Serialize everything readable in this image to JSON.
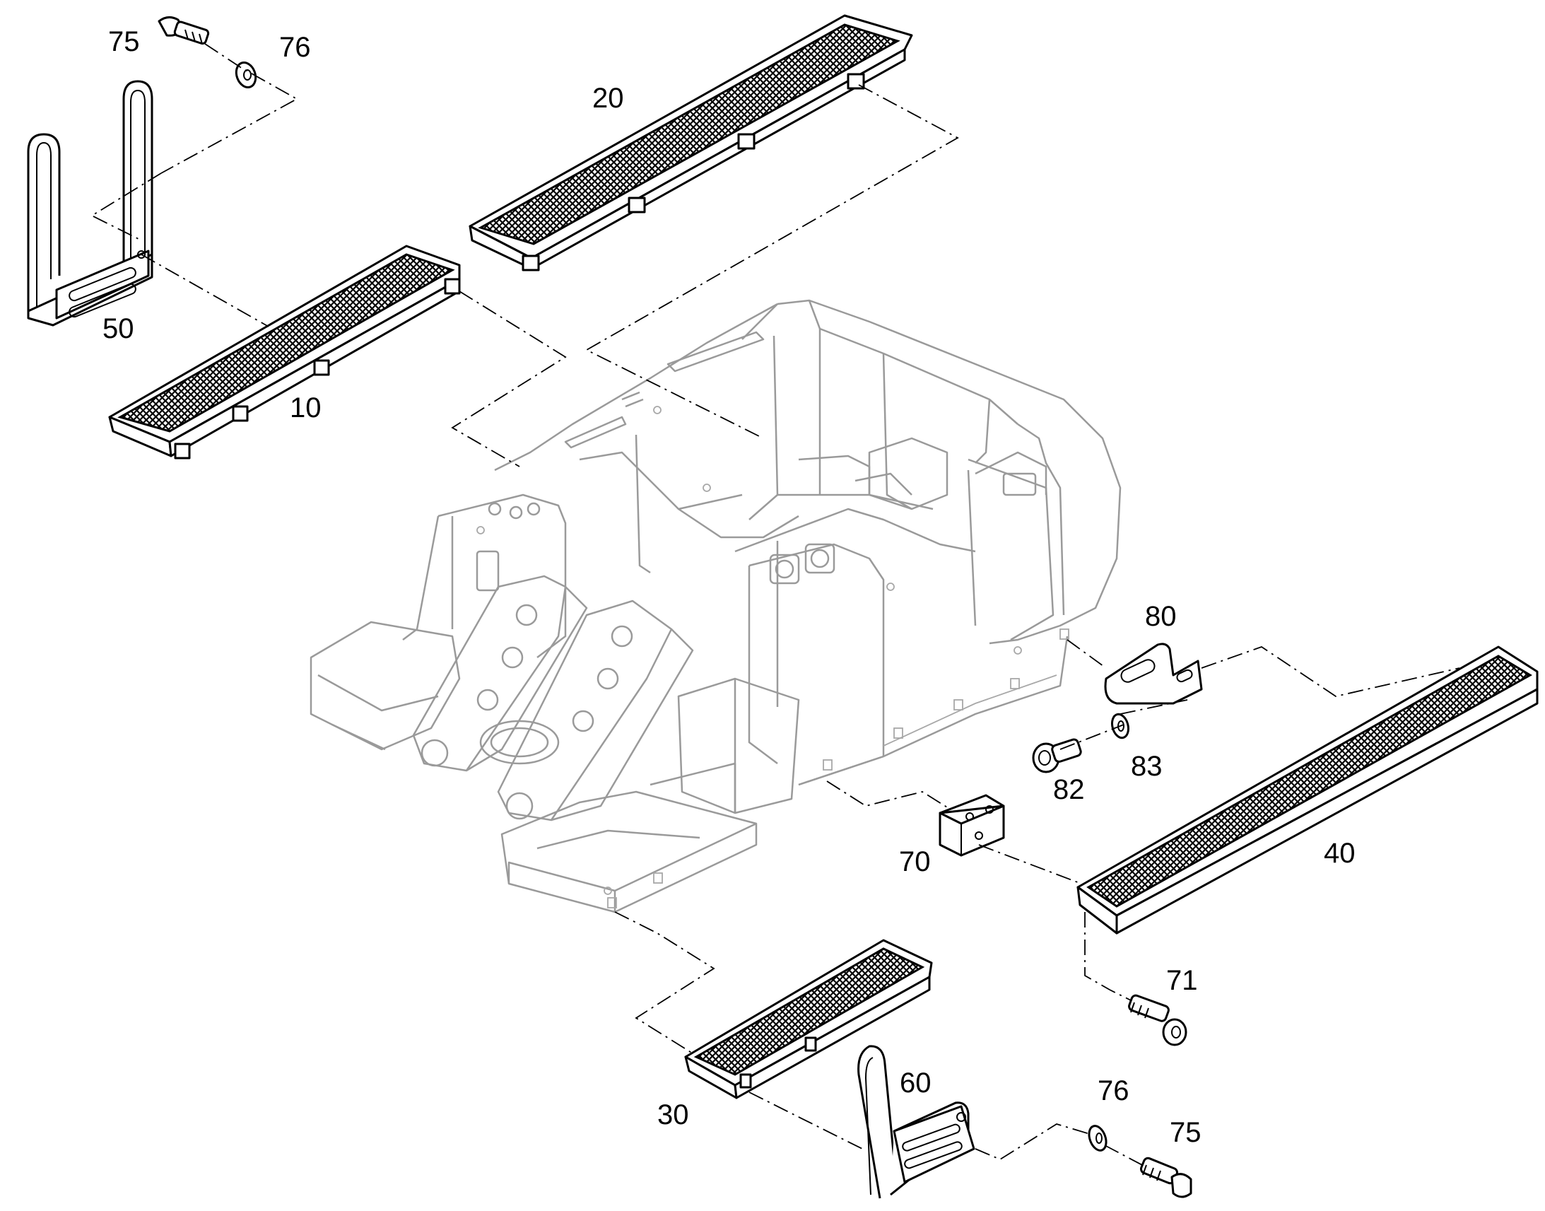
{
  "callouts": {
    "c75_top": "75",
    "c76_top": "76",
    "c20": "20",
    "c50": "50",
    "c10": "10",
    "c80": "80",
    "c83": "83",
    "c82": "82",
    "c70": "70",
    "c40": "40",
    "c71": "71",
    "c60": "60",
    "c30": "30",
    "c76_bottom": "76",
    "c75_bottom": "75"
  },
  "colors": {
    "ink": "#000000",
    "frame_gray": "#9a9a9a",
    "background": "#ffffff"
  }
}
